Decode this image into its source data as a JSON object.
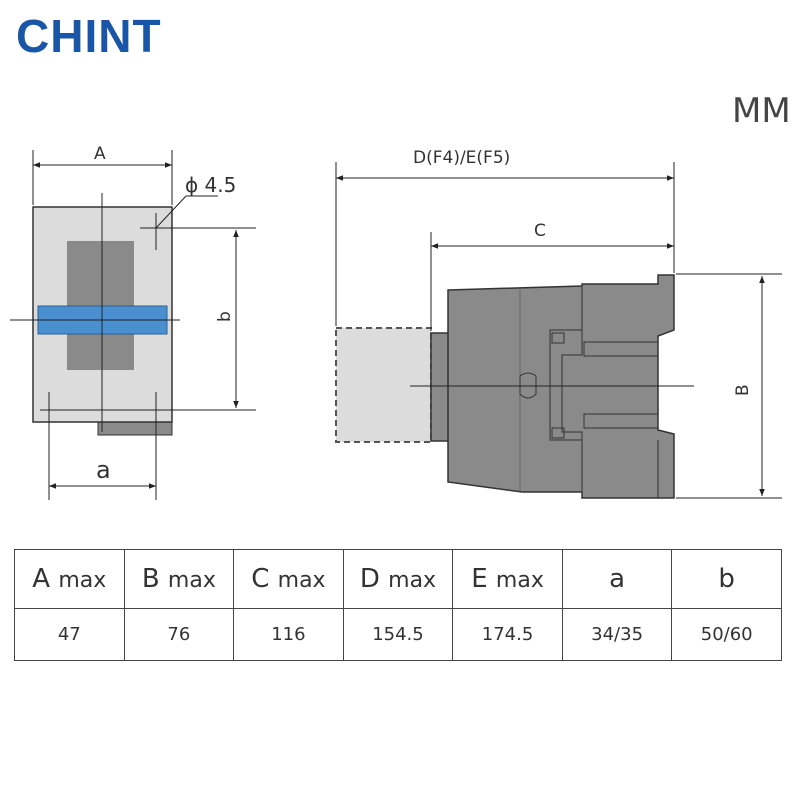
{
  "brand": {
    "logo_text": "CHINT",
    "logo_color": "#1a56a8"
  },
  "unit": "MM",
  "front_view": {
    "dim_A": "A",
    "dim_b": "b",
    "dim_a": "a",
    "hole": "ϕ 4.5"
  },
  "side_view": {
    "dim_DE": "D(F4)/E(F5)",
    "dim_C": "C",
    "dim_B": "B"
  },
  "colors": {
    "body_light": "#dcdcdc",
    "body_dark": "#8a8a8a",
    "bar_blue": "#4a90d0",
    "line": "#222222"
  },
  "table": {
    "headers": [
      {
        "main": "A",
        "sub": "max"
      },
      {
        "main": "B",
        "sub": "max"
      },
      {
        "main": "C",
        "sub": "max"
      },
      {
        "main": "D",
        "sub": "max"
      },
      {
        "main": "E",
        "sub": "max"
      },
      {
        "main": "a",
        "sub": ""
      },
      {
        "main": "b",
        "sub": ""
      }
    ],
    "values": [
      "47",
      "76",
      "116",
      "154.5",
      "174.5",
      "34/35",
      "50/60"
    ]
  }
}
